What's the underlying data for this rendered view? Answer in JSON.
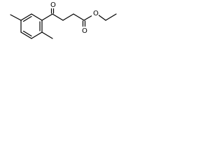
{
  "molecule": {
    "atoms": {
      "carbonyl_oxygen": "O",
      "ester_carbonyl_oxygen": "O",
      "ester_ether_oxygen": "O"
    },
    "colors": {
      "bond": "#000000",
      "text": "#000000",
      "background": "#ffffff"
    }
  }
}
